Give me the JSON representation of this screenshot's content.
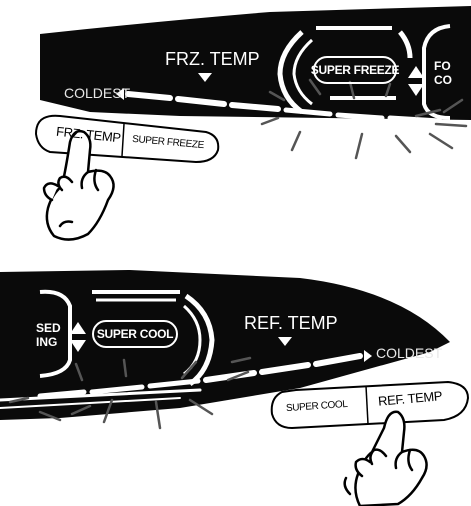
{
  "top_panel": {
    "frz_temp_label": "FRZ. TEMP",
    "coldest_label": "COLDEST",
    "super_freeze_indicator": "SUPER FREEZE",
    "food_cool_partial_1": "FO",
    "food_cool_partial_2": "CO",
    "button_frz_temp": "FRZ. TEMP",
    "button_super_freeze": "SUPER FREEZE"
  },
  "bottom_panel": {
    "ref_temp_label": "REF. TEMP",
    "coldest_label": "COLDEST",
    "super_cool_indicator": "SUPER COOL",
    "partial_1": "SED",
    "partial_2": "ING",
    "button_super_cool": "SUPER COOL",
    "button_ref_temp": "REF. TEMP"
  },
  "colors": {
    "panel": "#0a0a0a",
    "text_on_panel": "#ffffff",
    "button": "#ffffff"
  }
}
